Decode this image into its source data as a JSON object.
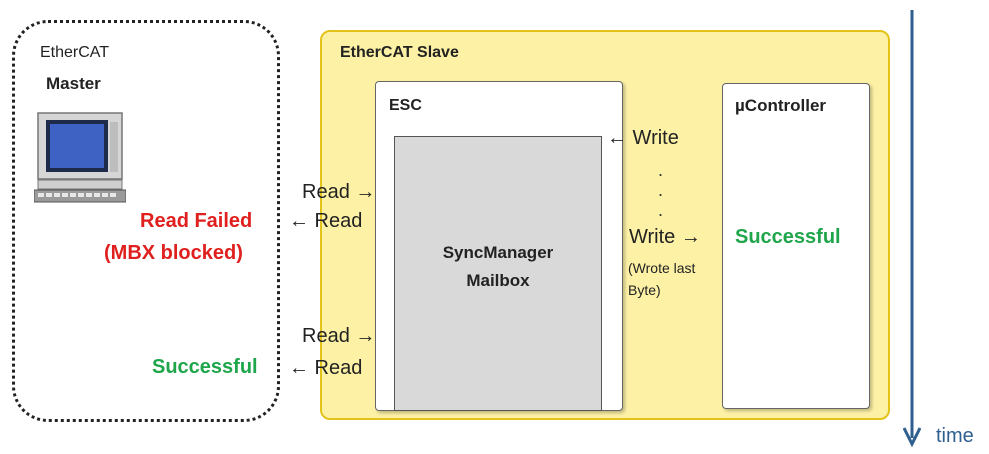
{
  "master": {
    "line1": "EtherCAT",
    "line2": "Master"
  },
  "slave": {
    "title": "EtherCAT Slave"
  },
  "esc": {
    "title": "ESC",
    "sm_line1": "SyncManager",
    "sm_line2": "Mailbox"
  },
  "controller": {
    "title": "µController",
    "status": "Successful"
  },
  "events": {
    "first": {
      "read_in": "Read →",
      "read_out": "← Read",
      "result_line1": "Read Failed",
      "result_line2": "(MBX blocked)"
    },
    "second": {
      "read_in": "Read →",
      "read_out": "← Read",
      "result": "Successful"
    },
    "write_in": "← Write",
    "write_out": "Write →",
    "write_note_line1": "(Wrote last",
    "write_note_line2": "Byte)"
  },
  "ellipsis": [
    ".",
    ".",
    "."
  ],
  "time_label": "time",
  "colors": {
    "failed": "#e0201e",
    "success": "#1fa64b",
    "slave_fill": "#fdf1a6",
    "time_axis": "#2f5f8f"
  }
}
